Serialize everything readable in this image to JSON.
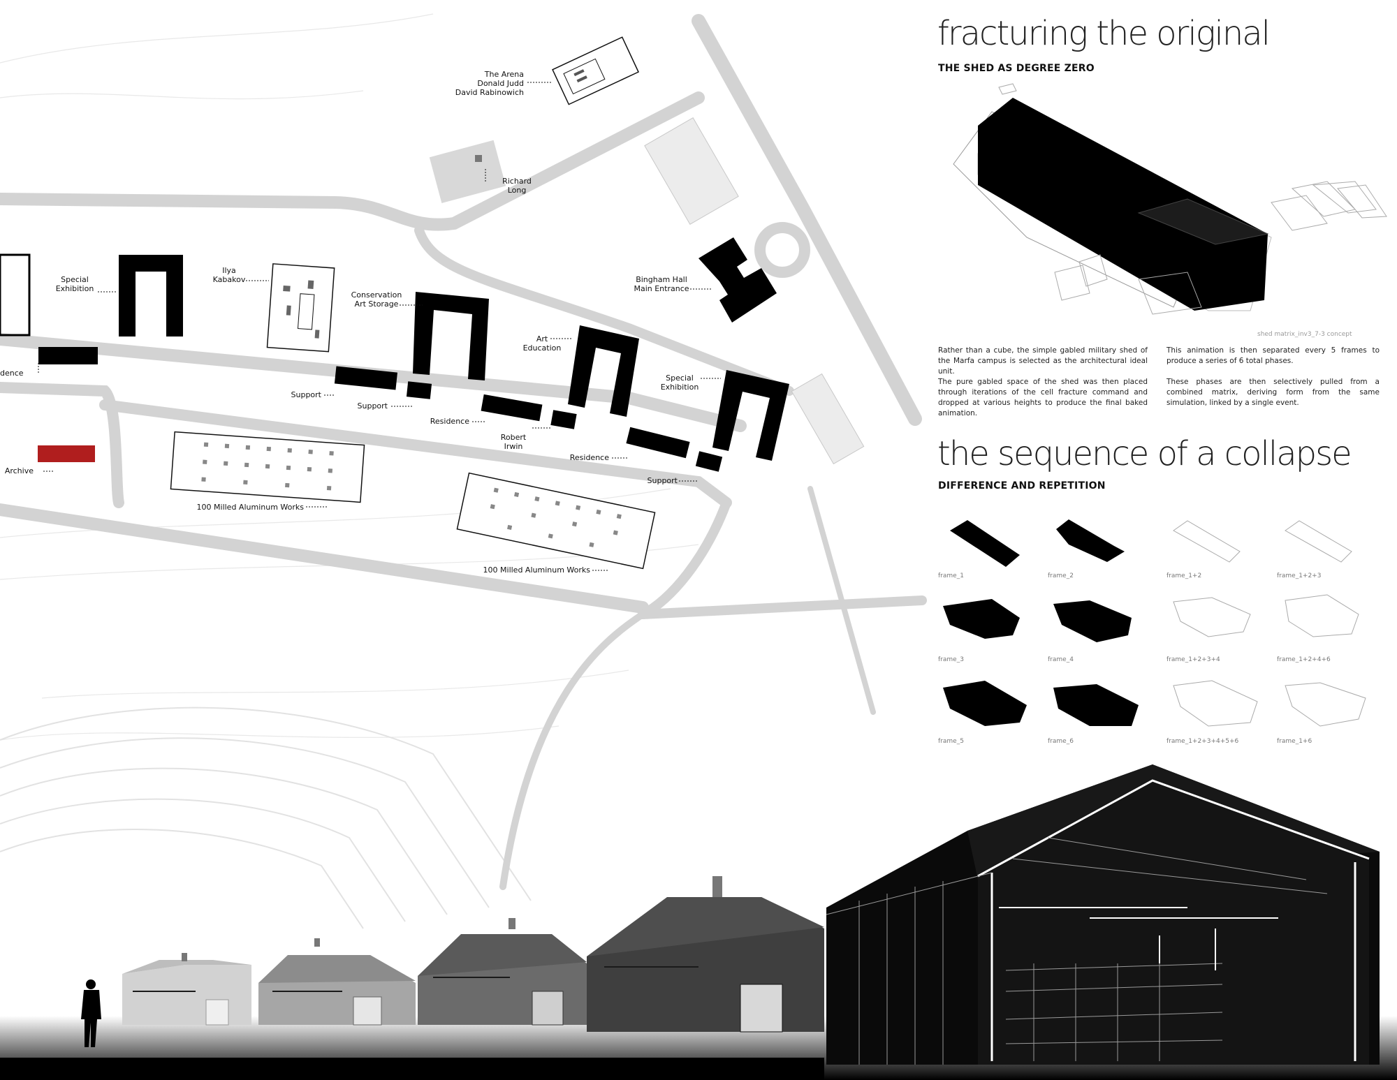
{
  "title": "fracturing the original",
  "subtitle": "THE SHED AS DEGREE ZERO",
  "diagram_caption": "shed matrix_inv3_7-3 concept",
  "paragraphs": {
    "p1": "Rather than a cube, the simple gabled military shed of the Marfa campus is selected as the architectural ideal unit.",
    "p2": "The pure gabled space of the shed was then placed through iterations of the cell fracture command and dropped at various heights to produce the final baked animation.",
    "p3": "This animation is then separated every 5 frames to produce a series of 6 total phases.",
    "p4": "These phases are then selectively pulled from a combined matrix, deriving form from the same simulation, linked by a single event."
  },
  "section2": {
    "title": "the sequence of a collapse",
    "subtitle": "DIFFERENCE AND REPETITION",
    "frames": [
      "frame_1",
      "frame_2",
      "frame_1+2",
      "frame_1+2+3",
      "frame_3",
      "frame_4",
      "frame_1+2+3+4",
      "frame_1+2+4+6",
      "frame_5",
      "frame_6",
      "frame_1+2+3+4+5+6",
      "frame_1+6"
    ]
  },
  "map_labels": {
    "arena": "The Arena\nDonald Judd\nDavid Rabinowich",
    "long": "Richard\nLong",
    "special1": "Special\nExhibition",
    "kabakov": "Ilya\nKabakov",
    "conservation": "Conservation\nArt Storage",
    "bingham": "Bingham Hall\nMain Entrance",
    "residence_left": "dence",
    "art_ed": "Art\nEducation",
    "special2": "Special\nExhibition",
    "support1": "Support",
    "support2": "Support",
    "residence1": "Residence",
    "irwin": "Robert\nIrwin",
    "residence2": "Residence",
    "support3": "Support",
    "archive": "Archive",
    "aluminum1": "100 Milled Aluminum Works",
    "aluminum2": "100 Milled Aluminum Works"
  },
  "colors": {
    "archive": "#b01e1e",
    "road": "#d6d6d6",
    "building": "#000000"
  }
}
